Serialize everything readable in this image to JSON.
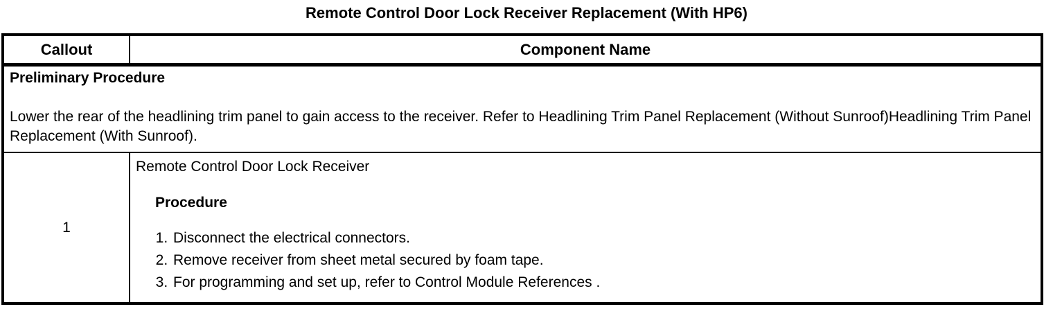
{
  "page": {
    "title": "Remote Control Door Lock Receiver Replacement (With HP6)"
  },
  "table": {
    "headers": {
      "callout": "Callout",
      "component": "Component Name"
    },
    "preliminary": {
      "heading": "Preliminary Procedure",
      "text": "Lower the rear of the headlining trim panel to gain access to the receiver. Refer to Headlining Trim Panel Replacement (Without Sunroof)Headlining Trim Panel Replacement (With Sunroof)."
    },
    "rows": [
      {
        "callout": "1",
        "component_name": "Remote Control Door Lock Receiver",
        "procedure_heading": "Procedure",
        "steps": [
          "Disconnect the electrical connectors.",
          "Remove receiver from sheet metal secured by foam tape.",
          "For programming and set up, refer to Control Module References ."
        ]
      }
    ]
  },
  "colors": {
    "text": "#000000",
    "border": "#000000",
    "background": "#ffffff"
  }
}
